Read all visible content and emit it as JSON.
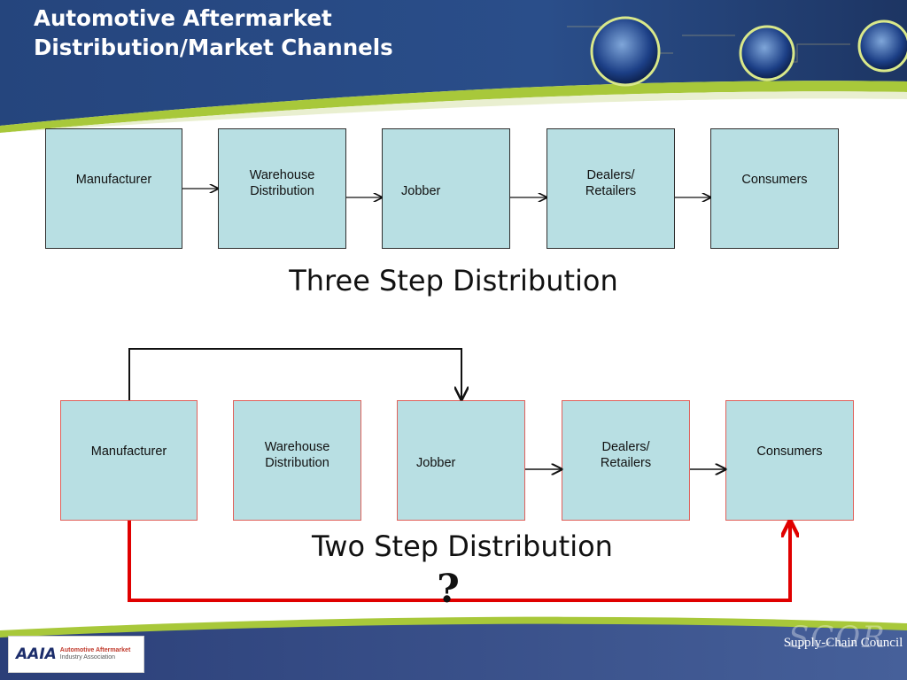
{
  "header": {
    "title_lines": [
      "Automotive Aftermarket",
      "Distribution/Market Channels"
    ]
  },
  "diagrams": {
    "three_step": {
      "nodes": [
        "Manufacturer",
        "Warehouse\nDistribution",
        "Jobber",
        "Dealers/\nRetailers",
        "Consumers"
      ],
      "caption": "Three Step Distribution"
    },
    "two_step": {
      "nodes": [
        "Manufacturer",
        "Warehouse\nDistribution",
        "Jobber",
        "Dealers/\nRetailers",
        "Consumers"
      ],
      "caption": "Two Step Distribution",
      "annotation": "?"
    }
  },
  "footer": {
    "left_logo": {
      "mark": "AAIA",
      "line1": "Automotive Aftermarket",
      "line2": "Industry Association"
    },
    "right_logo": {
      "watermark": "SCOR",
      "text": "Supply-Chain Council"
    }
  },
  "colors": {
    "header_navy": "#1f3a6e",
    "accent_green": "#a8c83a",
    "box_fill": "#b8dfe3",
    "red_connector": "#e00000",
    "footer_navy": "#2b3f78"
  }
}
